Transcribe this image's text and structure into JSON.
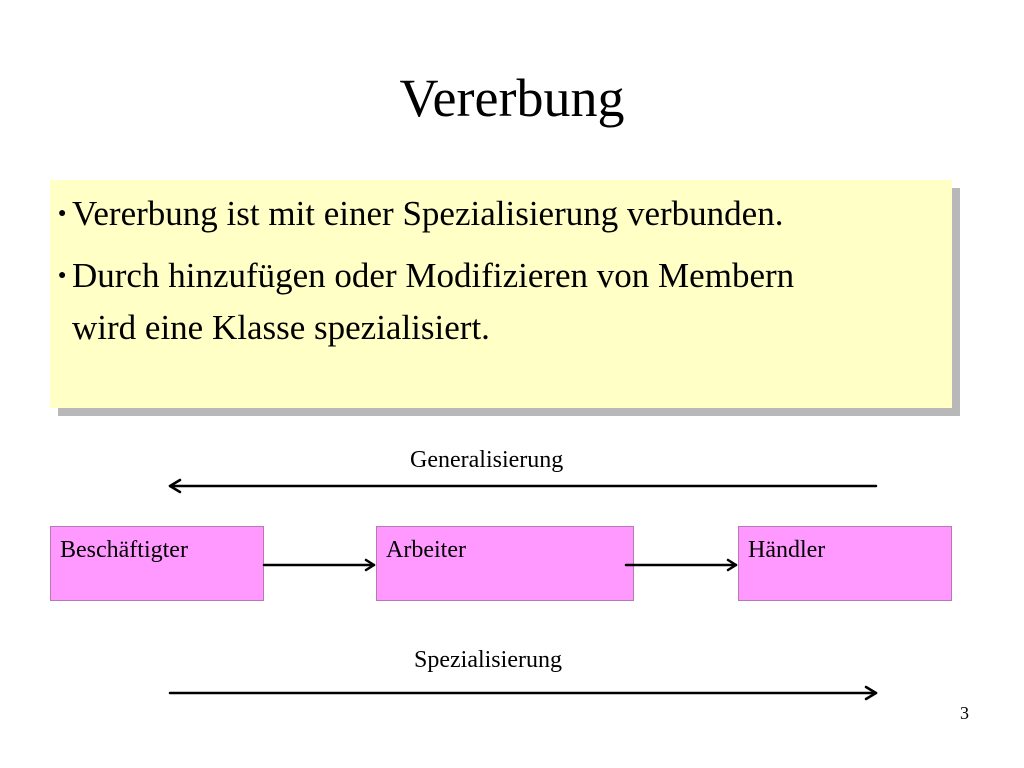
{
  "slide": {
    "title": "Vererbung",
    "bullets": [
      {
        "lines": [
          "Vererbung ist mit einer Spezialisierung verbunden."
        ]
      },
      {
        "lines": [
          "Durch hinzufügen oder Modifizieren von Membern",
          "wird eine Klasse spezialisiert."
        ]
      }
    ],
    "page_number": "3"
  },
  "diagram": {
    "top_arrow_label": "Generalisierung",
    "bottom_arrow_label": "Spezialisierung",
    "classes": [
      "Beschäftigter",
      "Arbeiter",
      "Händler"
    ]
  },
  "colors": {
    "bullet_box_fill": "#ffffc6",
    "class_box_fill": "#ff99ff",
    "shadow": "#b8b8b8"
  }
}
